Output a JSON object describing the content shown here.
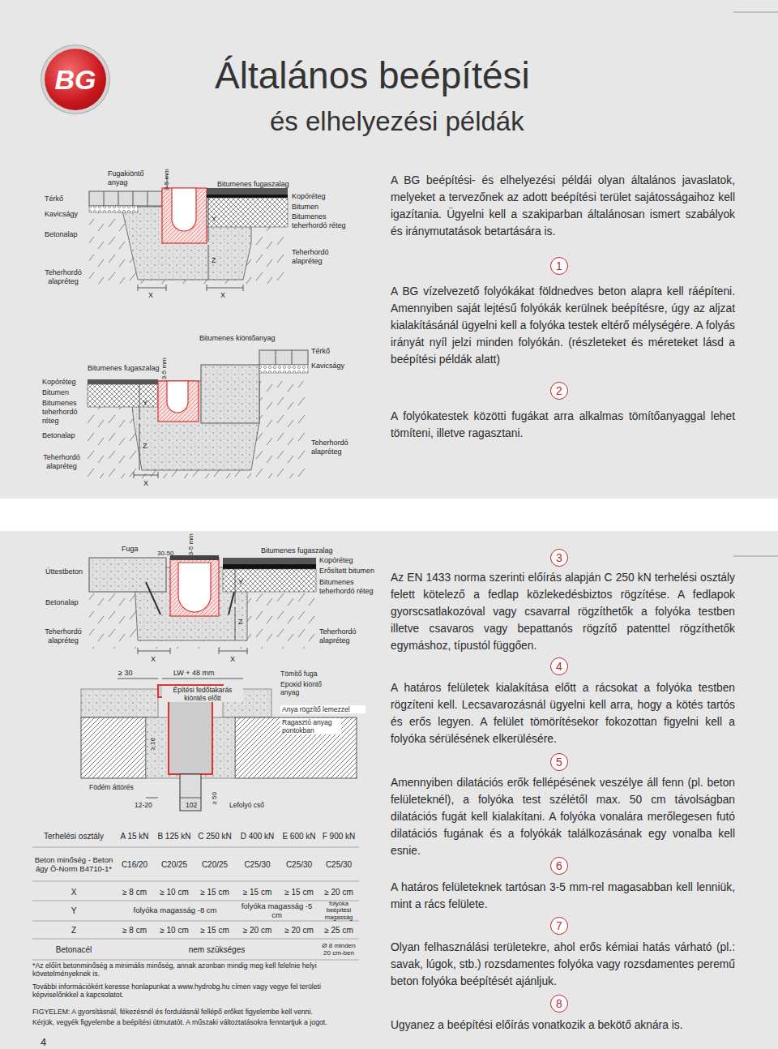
{
  "diagram": {
    "title": "Általános beépítési",
    "nodes": [
      {
        "text": [
          "BG"
        ]
      }
    ],
    "labels": [
      "és elhelyezési példák",
      "Fugakiöntő anyag",
      "3-5 mm",
      "Bitumenes fugaszalag",
      "Térkő",
      "Kavicságy",
      "Betonalap",
      "Kopóréteg",
      "Bitumen",
      "Bitumenes teherhordó réteg",
      "Y",
      "Z",
      "Teherhordó alapréteg",
      "Teherhordó alapréteg",
      "X",
      "X",
      "Bitumenes kiöntőanyag",
      "Térkő",
      "Bitumenes fugaszalag",
      "3-5 mm",
      "Kavicságy",
      "Kopóréteg",
      "Bitumen",
      "Bitumenes teherhordó réteg",
      "Y",
      "Betonalap",
      "Z",
      "Teherhordó alapréteg",
      "Teherhordó alapréteg",
      "X",
      "A BG beépítési- és elhelyezési példái olyan általános javaslatok, melyeket a tervezőnek az adott beépítési terület sajátosságaihoz kell igazítania. Ügyelni kell a szakiparban általánosan ismert szabályok és iránymutatások betartására is.",
      "1",
      "A BG vízelvezető folyókákat földnedves beton alapra kell ráépíteni. Amennyiben saját lejtésű folyókák kerülnek beépítésre, úgy az aljzat kialakításánál ügyelni kell a folyóka testek eltérő mélységére. A folyás irányát nyíl jelzi minden folyókán. (részleteket és méreteket lásd a beépítési példák alatt)",
      "2",
      "A folyókatestek közötti fugákat arra alkalmas tömítőanyaggal lehet tömíteni, illetve ragasztani.",
      "Fuga",
      "30-50",
      "3-5 mm",
      "Bitumenes fugaszalag",
      "Úttestbeton",
      "Kopóréteg",
      "Erősített bitumen",
      "Bitumenes teherhordó réteg",
      "Y",
      "Betonalap",
      "Z",
      "Teherhordó alapréteg",
      "Teherhordó alapréteg",
      "X",
      "X",
      "≥ 30",
      "LW + 48 mm",
      "Építési fedőtakarás kiöntés előtt",
      "Tömítő fuga",
      "Epoxid kiöntő anyag",
      "Anya rögzítő lemezzel",
      "Ragasztó anyag pontokban",
      "≥ 16",
      "Födém áttörés",
      "≥ 50",
      "12-20",
      "102",
      "Lefolyó cső",
      "3",
      "Az EN 1433 norma szerinti előírás alapján C 250 kN terhelési osztály felett kötelező a fedlap közlekedésbiztos rögzítése. A fedlapok gyorscsatlakozóval vagy csavarral rögzíthetők a folyóka testben illetve csavaros vagy bepattanós rögzítő patenttel rögzíthetők egymáshoz, típustól függően.",
      "4",
      "A határos felületek kialakítása előtt a rácsokat a folyóka testben rögzíteni kell. Lecsavarozásnál ügyelni kell arra, hogy a kötés tartós és erős legyen. A felület tömörítésekor fokozottan figyelni kell a folyóka sérülésének elkerülésére.",
      "5",
      "Amennyiben dilatációs erők fellépésének veszélye áll fenn (pl. beton felületeknél), a folyóka test szélétől max. 50 cm távolságban dilatációs fugát kell kialakítani. A folyóka vonalára merőlegesen futó dilatációs fugának és a folyókák találkozásának egy vonalba kell esnie.",
      "6",
      "A határos felületeknek tartósan 3-5 mm-rel magasabban kell lenniük, mint a rács felülete.",
      "7",
      "Olyan felhasználási területekre, ahol erős kémiai hatás várható (pl.: savak, lúgok, stb.) rozsdamentes folyóka vagy rozsdamentes peremű beton folyóka beépítését ajánljuk.",
      "8",
      "Ugyanez a beépítési előírás vonatkozik a bekötő aknára is.",
      "Terhelési osztály",
      "A 15 kN",
      "B 125 kN",
      "C 250 kN",
      "D 400 kN",
      "E 600 kN",
      "F 900 kN",
      "Beton minőség - Beton ágy Ö-Norm B4710-1*",
      "C16/20",
      "C20/25",
      "C20/25",
      "C25/30",
      "C25/30",
      "C25/30",
      "X",
      "≥ 8 cm",
      "≥ 10 cm",
      "≥ 15 cm",
      "≥ 15 cm",
      "≥ 15 cm",
      "≥ 20 cm",
      "Y",
      "folyóka magasság -8 cm",
      "folyóka magasság -5 cm",
      "folyóka beépítési magasság",
      "Z",
      "≥ 8 cm",
      "≥ 10 cm",
      "≥ 15 cm",
      "≥ 20 cm",
      "≥ 20 cm",
      "≥ 25 cm",
      "Betonacél",
      "nem szükséges",
      "Ø 8 minden 20 cm-ben",
      "*Az előírt betonminőség a minimális minőség, annak azonban mindig meg kell felelnie helyi követelményeknek is.",
      "További információkért keresse honlapunkat a www.hydrobg.hu címen vagy vegye fel területi képviselőnkkel a kapcsolatot.",
      "FIGYELEM: A gyorsításnál, fékezésnél és fordulásnál fellépő erőket figyelembe kell venni.",
      "Kérjük, vegyék figyelembe a beépítési útmutatót. A műszaki változtatásokra fenntartjuk a jogot.",
      "4"
    ]
  }
}
